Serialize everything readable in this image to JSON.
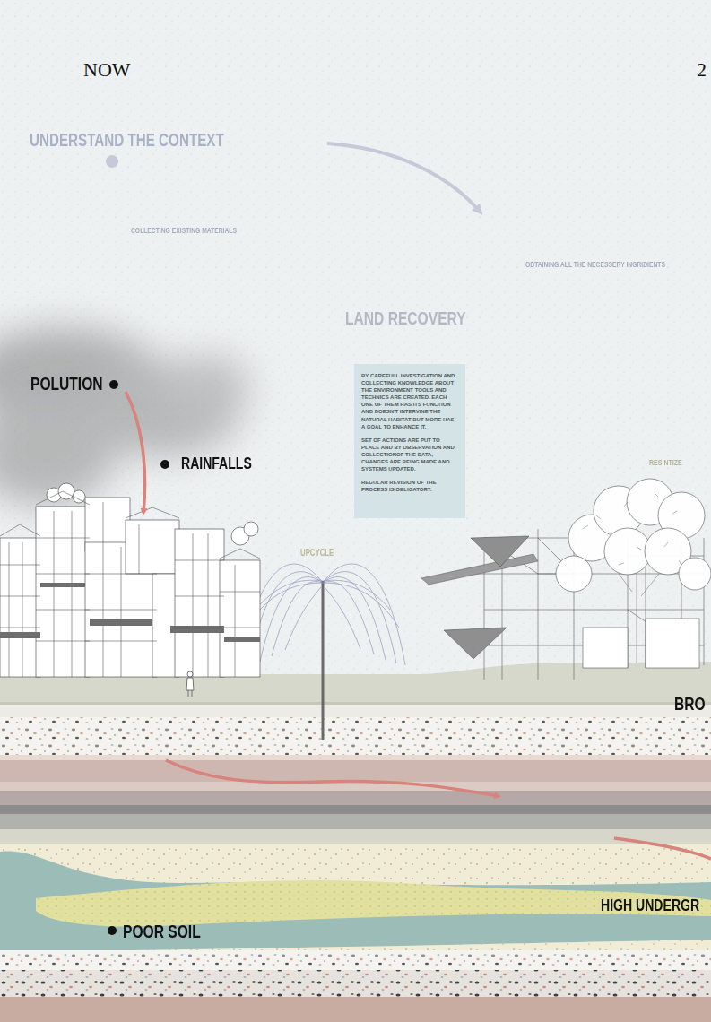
{
  "diagram": {
    "title": "NOW",
    "nodes": [
      {
        "text": [
          "BY CAREFULL INVESTIGATION AND COLLECTING KNOWLEDGE ABOUT THE ENVIRONMENT TOOLS AND TECHNICS ARE CREATED. EACH ONE OF THEM HAS ITS FUNCTION AND DOESN'T INTERVINE THE NATURAL HABITAT BUT MORE HAS A GOAL TO ENHANCE IT.",
          "SET OF ACTIONS ARE PUT TO PLACE AND BY OBSERVATION AND COLLECTIONOF THE DATA, CHANGES ARE BEING MADE AND SYSTEMS UPDATED.",
          "REGULAR REVISION OF THE PROCESS IS OBLIGATORY."
        ]
      }
    ],
    "labels": [
      "2",
      "UNDERSTAND THE CONTEXT",
      "COLLECTING EXISTING MATERIALS",
      "OBTAINING ALL THE NECESSERY INGRIDIENTS",
      "LAND RECOVERY",
      "POLUTION",
      "RAINFALLS",
      "RESINTIZE",
      "UPCYCLE",
      "BRO",
      "HIGH UNDERGR",
      "POOR SOIL"
    ]
  }
}
